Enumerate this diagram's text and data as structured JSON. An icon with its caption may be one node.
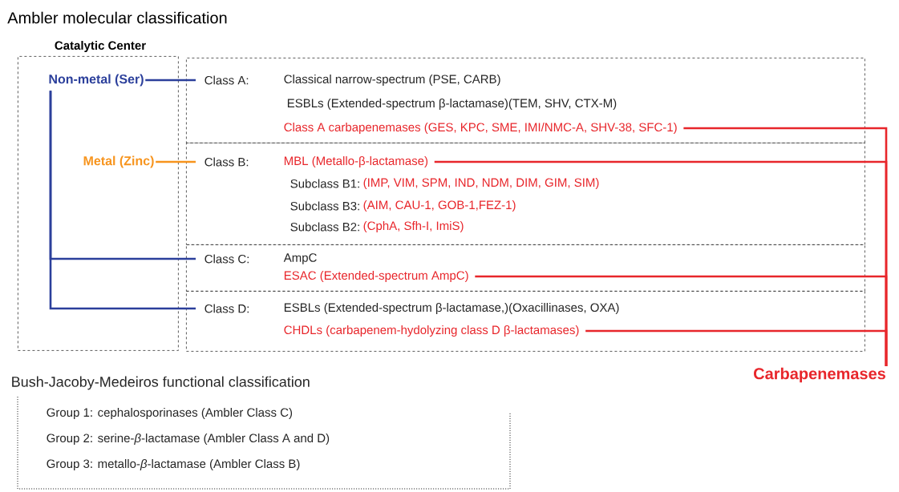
{
  "diagram": {
    "title": "Ambler molecular classification",
    "nodes": [
      {
        "text": [
          "Catalytic Center"
        ]
      },
      {
        "text": [
          "Non-metal (Ser)"
        ],
        "in": 0
      },
      {
        "text": [
          "Metal (Zinc)"
        ],
        "in": 0
      },
      {
        "text": [
          "Class A:",
          "Classical narrow-spectrum (PSE, CARB)",
          "ESBLs (Extended-spectrum β-lactamase)(TEM, SHV, CTX-M)"
        ]
      },
      {
        "text": [
          "Class A carbapenemases (GES, KPC, SME, IMI/NMC-A, SHV-38, SFC-1)"
        ],
        "in": 3
      },
      {
        "text": [
          "Class B:",
          "Subclass B1:",
          "(IMP, VIM, SPM, IND, NDM, DIM, GIM, SIM)",
          "Subclass B3:",
          "(AIM, CAU-1, GOB-1,FEZ-1)",
          "Subclass B2:",
          "(CphA, Sfh-I, ImiS)"
        ]
      },
      {
        "text": [
          "MBL (Metallo-β-lactamase)"
        ],
        "in": 5
      },
      {
        "text": [
          "Class C:",
          "AmpC"
        ]
      },
      {
        "text": [
          "ESAC (Extended-spectrum AmpC)"
        ],
        "in": 7
      },
      {
        "text": [
          "Class D:",
          "ESBLs (Extended-spectrum β-lactamase,)(Oxacillinases, OXA)"
        ]
      },
      {
        "text": [
          "CHDLs (carbapenem-hydolyzing class D β-lactamases)"
        ],
        "in": 9
      },
      {
        "text": [
          "Carbapenemases"
        ]
      },
      {
        "text": [
          "Bush-Jacoby-Medeiros functional classification",
          "Group 1: cephalosporinases  (Ambler Class C)",
          "Group 2: serine-*β*-lactamase (Ambler Class A and D)",
          "Group 3: metallo-*β*-lactamase (Ambler Class B)"
        ]
      }
    ],
    "edges": [
      {
        "from": 1,
        "to": 3,
        "arrow": "none",
        "color": "#2b3f9b"
      },
      {
        "from": 1,
        "to": 7,
        "arrow": "none",
        "color": "#2b3f9b"
      },
      {
        "from": 1,
        "to": 9,
        "arrow": "none",
        "color": "#2b3f9b"
      },
      {
        "from": 2,
        "to": 5,
        "arrow": "none",
        "color": "#f7941d"
      },
      {
        "from": 4,
        "to": 11,
        "arrow": "none",
        "color": "#e8262b"
      },
      {
        "from": 6,
        "to": 11,
        "arrow": "none",
        "color": "#e8262b"
      },
      {
        "from": 8,
        "to": 11,
        "arrow": "none",
        "color": "#e8262b"
      },
      {
        "from": 10,
        "to": 11,
        "arrow": "none",
        "color": "#e8262b"
      }
    ]
  }
}
